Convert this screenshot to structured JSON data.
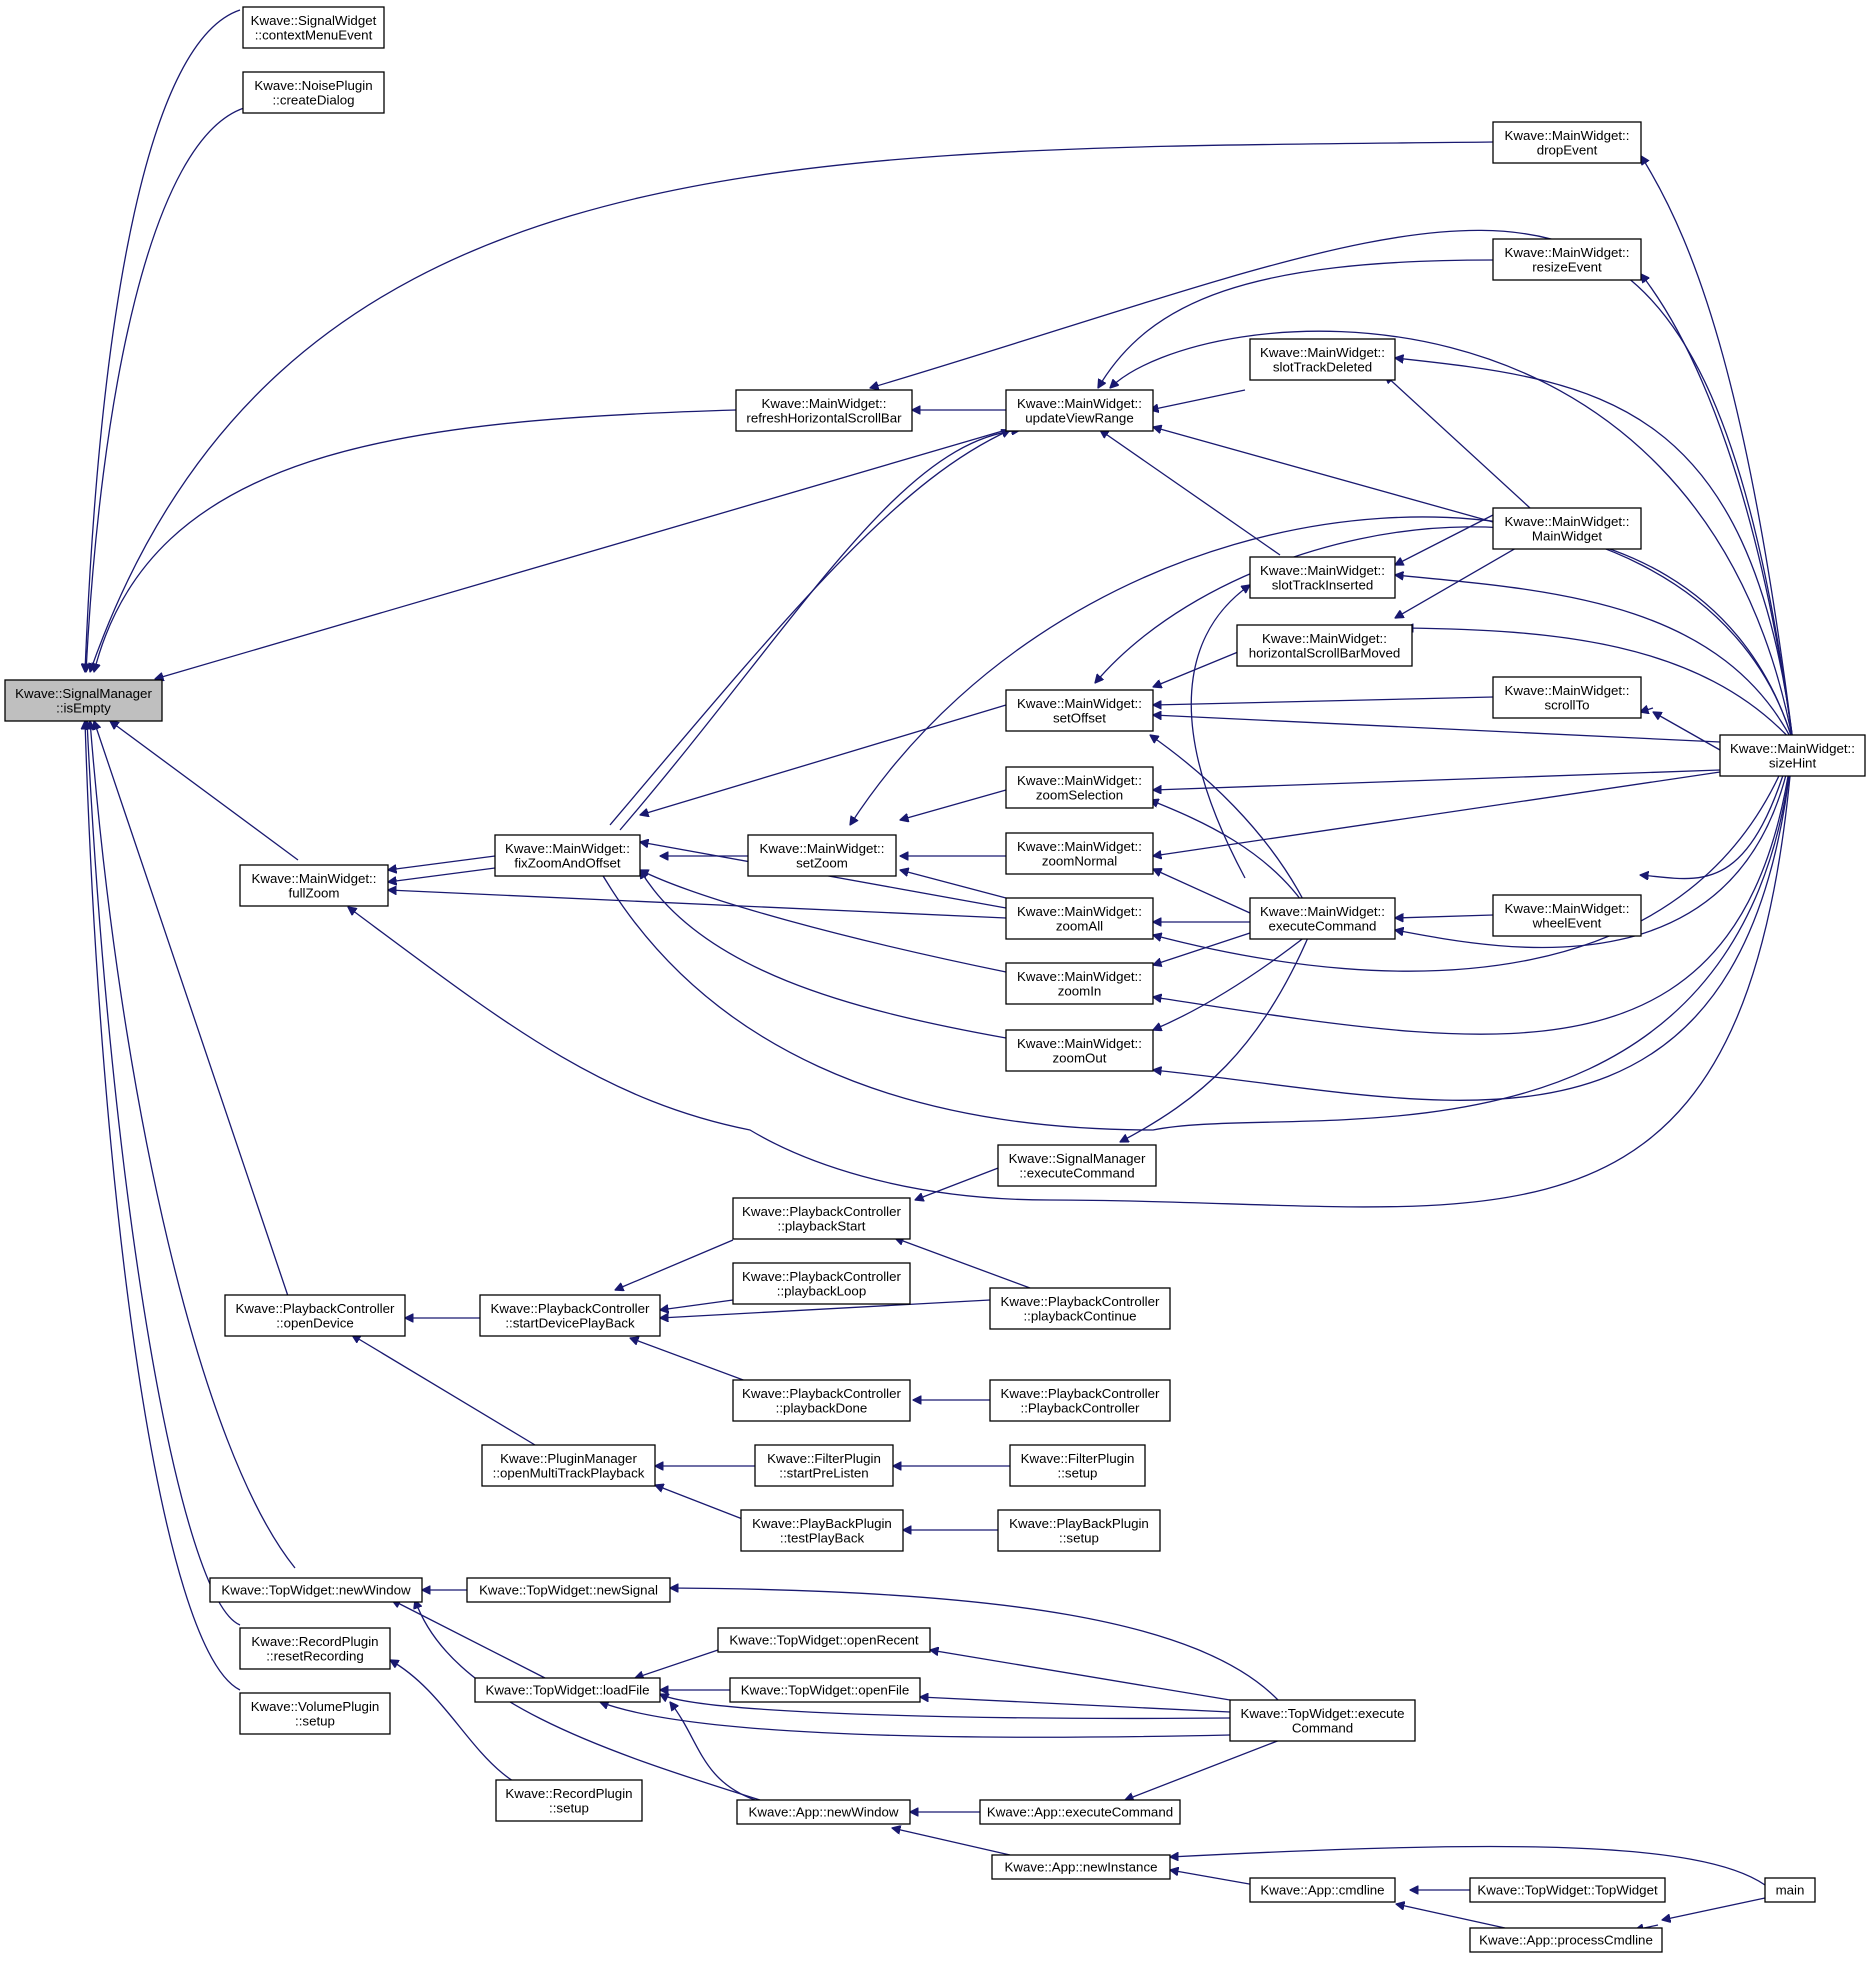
{
  "graph": {
    "edge_color": "#191970",
    "focus_fill": "#bfbfbf",
    "node_fill": "#ffffff",
    "nodes": [
      {
        "id": "n0",
        "lines": [
          "Kwave::SignalManager",
          "::isEmpty"
        ],
        "focus": true
      },
      {
        "id": "n1",
        "lines": [
          "Kwave::SignalWidget",
          "::contextMenuEvent"
        ]
      },
      {
        "id": "n2",
        "lines": [
          "Kwave::NoisePlugin",
          "::createDialog"
        ]
      },
      {
        "id": "n3",
        "lines": [
          "Kwave::MainWidget::",
          "dropEvent"
        ]
      },
      {
        "id": "n4",
        "lines": [
          "Kwave::MainWidget::",
          "resizeEvent"
        ]
      },
      {
        "id": "n5",
        "lines": [
          "Kwave::MainWidget::",
          "refreshHorizontalScrollBar"
        ]
      },
      {
        "id": "n6",
        "lines": [
          "Kwave::MainWidget::",
          "updateViewRange"
        ]
      },
      {
        "id": "n7",
        "lines": [
          "Kwave::MainWidget::",
          "slotTrackDeleted"
        ]
      },
      {
        "id": "n8",
        "lines": [
          "Kwave::MainWidget::",
          "MainWidget"
        ]
      },
      {
        "id": "n9",
        "lines": [
          "Kwave::MainWidget::",
          "slotTrackInserted"
        ]
      },
      {
        "id": "n10",
        "lines": [
          "Kwave::MainWidget::",
          "horizontalScrollBarMoved"
        ]
      },
      {
        "id": "n11",
        "lines": [
          "Kwave::MainWidget::",
          "setOffset"
        ]
      },
      {
        "id": "n12",
        "lines": [
          "Kwave::MainWidget::",
          "scrollTo"
        ]
      },
      {
        "id": "n13",
        "lines": [
          "Kwave::MainWidget::",
          "sizeHint"
        ]
      },
      {
        "id": "n14",
        "lines": [
          "Kwave::MainWidget::",
          "zoomSelection"
        ]
      },
      {
        "id": "n15",
        "lines": [
          "Kwave::MainWidget::",
          "fullZoom"
        ]
      },
      {
        "id": "n16",
        "lines": [
          "Kwave::MainWidget::",
          "fixZoomAndOffset"
        ]
      },
      {
        "id": "n17",
        "lines": [
          "Kwave::MainWidget::",
          "setZoom"
        ]
      },
      {
        "id": "n18",
        "lines": [
          "Kwave::MainWidget::",
          "zoomNormal"
        ]
      },
      {
        "id": "n19",
        "lines": [
          "Kwave::MainWidget::",
          "zoomAll"
        ]
      },
      {
        "id": "n20",
        "lines": [
          "Kwave::MainWidget::",
          "executeCommand"
        ]
      },
      {
        "id": "n21",
        "lines": [
          "Kwave::MainWidget::",
          "wheelEvent"
        ]
      },
      {
        "id": "n22",
        "lines": [
          "Kwave::MainWidget::",
          "zoomIn"
        ]
      },
      {
        "id": "n23",
        "lines": [
          "Kwave::MainWidget::",
          "zoomOut"
        ]
      },
      {
        "id": "n24",
        "lines": [
          "Kwave::SignalManager",
          "::executeCommand"
        ]
      },
      {
        "id": "n25",
        "lines": [
          "Kwave::PlaybackController",
          "::playbackStart"
        ]
      },
      {
        "id": "n26",
        "lines": [
          "Kwave::PlaybackController",
          "::playbackLoop"
        ]
      },
      {
        "id": "n27",
        "lines": [
          "Kwave::PlaybackController",
          "::openDevice"
        ]
      },
      {
        "id": "n28",
        "lines": [
          "Kwave::PlaybackController",
          "::startDevicePlayBack"
        ]
      },
      {
        "id": "n29",
        "lines": [
          "Kwave::PlaybackController",
          "::playbackContinue"
        ]
      },
      {
        "id": "n30",
        "lines": [
          "Kwave::PlaybackController",
          "::playbackDone"
        ]
      },
      {
        "id": "n31",
        "lines": [
          "Kwave::PlaybackController",
          "::PlaybackController"
        ]
      },
      {
        "id": "n32",
        "lines": [
          "Kwave::PluginManager",
          "::openMultiTrackPlayback"
        ]
      },
      {
        "id": "n33",
        "lines": [
          "Kwave::FilterPlugin",
          "::startPreListen"
        ]
      },
      {
        "id": "n34",
        "lines": [
          "Kwave::FilterPlugin",
          "::setup"
        ]
      },
      {
        "id": "n35",
        "lines": [
          "Kwave::PlayBackPlugin",
          "::testPlayBack"
        ]
      },
      {
        "id": "n36",
        "lines": [
          "Kwave::PlayBackPlugin",
          "::setup"
        ]
      },
      {
        "id": "n37",
        "lines": [
          "Kwave::TopWidget::newWindow"
        ]
      },
      {
        "id": "n38",
        "lines": [
          "Kwave::TopWidget::newSignal"
        ]
      },
      {
        "id": "n39",
        "lines": [
          "Kwave::RecordPlugin",
          "::resetRecording"
        ]
      },
      {
        "id": "n40",
        "lines": [
          "Kwave::TopWidget::openRecent"
        ]
      },
      {
        "id": "n41",
        "lines": [
          "Kwave::TopWidget::loadFile"
        ]
      },
      {
        "id": "n42",
        "lines": [
          "Kwave::TopWidget::openFile"
        ]
      },
      {
        "id": "n43",
        "lines": [
          "Kwave::TopWidget::execute",
          "Command"
        ]
      },
      {
        "id": "n44",
        "lines": [
          "Kwave::VolumePlugin",
          "::setup"
        ]
      },
      {
        "id": "n45",
        "lines": [
          "Kwave::RecordPlugin",
          "::setup"
        ]
      },
      {
        "id": "n46",
        "lines": [
          "Kwave::App::newWindow"
        ]
      },
      {
        "id": "n47",
        "lines": [
          "Kwave::App::executeCommand"
        ]
      },
      {
        "id": "n48",
        "lines": [
          "Kwave::App::newInstance"
        ]
      },
      {
        "id": "n49",
        "lines": [
          "Kwave::App::cmdline"
        ]
      },
      {
        "id": "n50",
        "lines": [
          "Kwave::TopWidget::TopWidget"
        ]
      },
      {
        "id": "n51",
        "lines": [
          "main"
        ]
      },
      {
        "id": "n52",
        "lines": [
          "Kwave::App::processCmdline"
        ]
      }
    ]
  }
}
